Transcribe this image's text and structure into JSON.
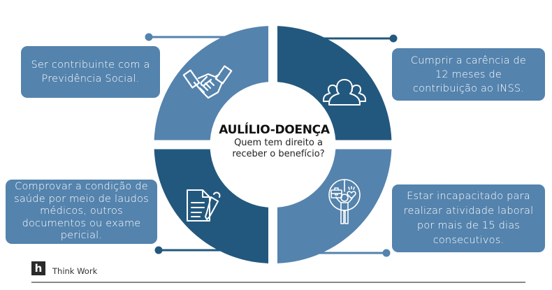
{
  "diagram": {
    "title": "AULÍLIO-DOENÇA",
    "subtitle": "Quem tem direito a\nreceber o benefício?",
    "colors": {
      "light_blue": "#5483ad",
      "dark_blue": "#23587e",
      "box_blue": "#5483ad",
      "connector_light": "#5483ad",
      "connector_dark": "#23587e",
      "text_on_box": "#ffffff",
      "center_bg": "#ffffff"
    },
    "quadrants": [
      {
        "position": "top-left",
        "color": "light_blue",
        "icon": "handshake-icon",
        "text": "Ser contribuinte com a\nPrevidência Social."
      },
      {
        "position": "top-right",
        "color": "dark_blue",
        "icon": "people-group-icon",
        "text": "Cumprir a carência de\n12 meses de\ncontribuição ao INSS."
      },
      {
        "position": "bottom-left",
        "color": "dark_blue",
        "icon": "document-pen-icon",
        "text": "Comprovar a condição de\nsaúde por meio de laudos\nmédicos, outros\ndocumentos ou exame\npericial."
      },
      {
        "position": "bottom-right",
        "color": "light_blue",
        "icon": "work-life-balance-icon",
        "text": "Estar incapacitado para\nrealizar atividade laboral\npor mais de 15 dias\nconsecutivos."
      }
    ]
  },
  "footer": {
    "logo_letter": "h",
    "brand": "Think Work"
  }
}
